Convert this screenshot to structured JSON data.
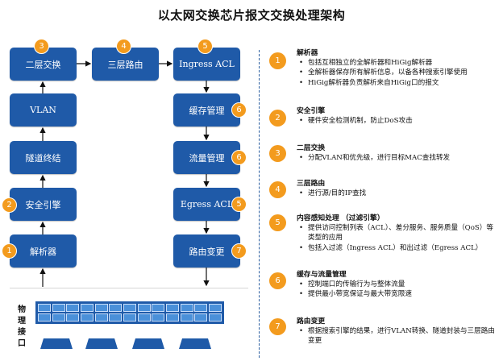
{
  "title": "以太网交换芯片报文交换处理架构",
  "diagram": {
    "left_column": [
      {
        "id": "l2",
        "label": "二层交换",
        "badge": "3"
      },
      {
        "id": "vlan",
        "label": "VLAN",
        "badge": ""
      },
      {
        "id": "tunnel",
        "label": "隧道终结",
        "badge": ""
      },
      {
        "id": "security",
        "label": "安全引擎",
        "badge": "2"
      },
      {
        "id": "parser",
        "label": "解析器",
        "badge": "1"
      }
    ],
    "l3": {
      "label": "三层路由",
      "badge": "4"
    },
    "right_column": [
      {
        "id": "ingress",
        "label": "Ingress ACL",
        "badge": "5"
      },
      {
        "id": "buffer",
        "label": "缓存管理",
        "badge": "6"
      },
      {
        "id": "traffic",
        "label": "流量管理",
        "badge": "6"
      },
      {
        "id": "egress",
        "label": "Egress ACL",
        "badge": "5"
      },
      {
        "id": "route",
        "label": "路由变更",
        "badge": "7"
      }
    ],
    "physical_label": [
      "物",
      "理",
      "接",
      "口"
    ]
  },
  "sections": [
    {
      "num": "1",
      "heading": "解析器",
      "items": [
        "包括互相独立的全解析器和HiGig解析器",
        "全解析器保存所有解析信息，以备各种搜索引擎使用",
        "HiGig解析器负责解析来自HiGig口的报文"
      ]
    },
    {
      "num": "2",
      "heading": "安全引擎",
      "items": [
        "硬件安全检测机制，防止DoS攻击"
      ]
    },
    {
      "num": "3",
      "heading": "二层交换",
      "items": [
        "分配VLAN和优先级，进行目标MAC查找转发"
      ]
    },
    {
      "num": "4",
      "heading": "三层路由",
      "items": [
        "进行源/目的IP查找"
      ]
    },
    {
      "num": "5",
      "heading": "内容感知处理 （过滤引擎）",
      "items": [
        "提供访问控制列表（ACL）、差分服务、服务质量（QoS）等类型的应用",
        "包括入过滤（Ingress ACL）和出过滤（Egress ACL）"
      ]
    },
    {
      "num": "6",
      "heading": "缓存与流量管理",
      "items": [
        "控制端口的传输行为与整体流量",
        "提供最小带宽保证与最大带宽限速"
      ]
    },
    {
      "num": "7",
      "heading": "路由变更",
      "items": [
        "根据搜索引擎的结果，进行VLAN转换、隧道封装与三层路由变更"
      ]
    }
  ],
  "colors": {
    "box": "#1f5aa8",
    "badge": "#f39b1e",
    "port": "#4a90d9"
  }
}
